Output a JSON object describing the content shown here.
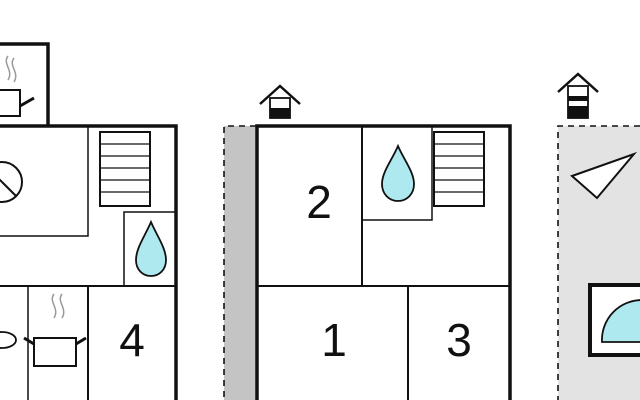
{
  "floors": [
    {
      "name": "left-floor",
      "rooms": [
        {
          "label": "4"
        }
      ],
      "icons": [
        "kitchen-pot-icon",
        "cooktop-icon",
        "stairs-icon",
        "bathroom-drop-icon",
        "dining-table-icon",
        "kitchen-pot-icon"
      ]
    },
    {
      "name": "middle-floor",
      "rooms": [
        {
          "label": "2"
        },
        {
          "label": "1"
        },
        {
          "label": "3"
        }
      ],
      "icons": [
        "house-floor-marker-icon",
        "bathroom-drop-icon",
        "stairs-icon"
      ]
    },
    {
      "name": "right-floor",
      "rooms": [],
      "icons": [
        "house-floor-marker-icon",
        "sunbed-icon",
        "whirlpool-icon"
      ]
    }
  ],
  "colors": {
    "wall": "#111111",
    "water": "#aee9f0",
    "terrace": "#e3e3e3",
    "balcony": "#c4c4c4"
  }
}
